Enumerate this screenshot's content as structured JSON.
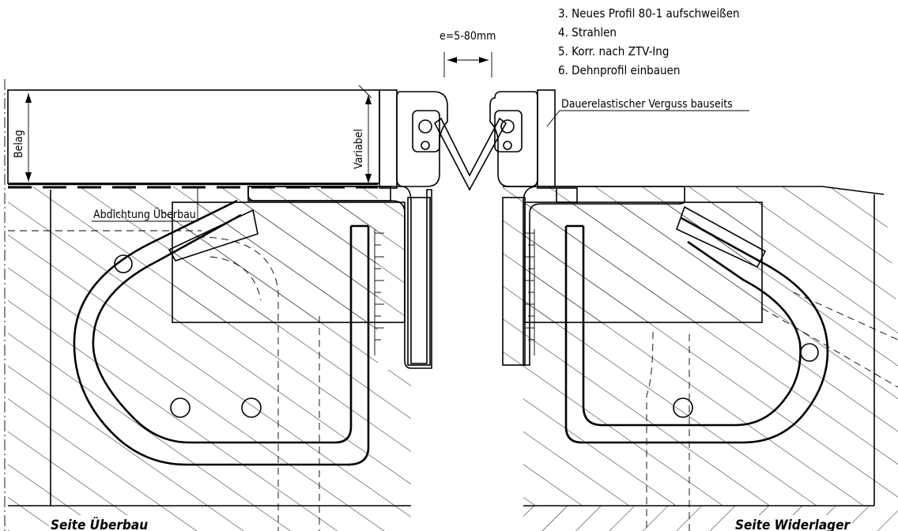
{
  "steps": [
    "3. Neues Profil 80-1 aufschweißen",
    "4. Strahlen",
    "5. Korr. nach ZTV-Ing",
    "6. Dehnprofil einbauen"
  ],
  "labels": {
    "gap": "e=5-80mm",
    "belag": "Belag",
    "variabel": "Variabel",
    "verguss": "Dauerelastischer Verguss bauseits",
    "abdichtung": "Abdichtung Überbau",
    "seite_ueberbau": "Seite Überbau",
    "seite_widerlager": "Seite Widerlager"
  }
}
